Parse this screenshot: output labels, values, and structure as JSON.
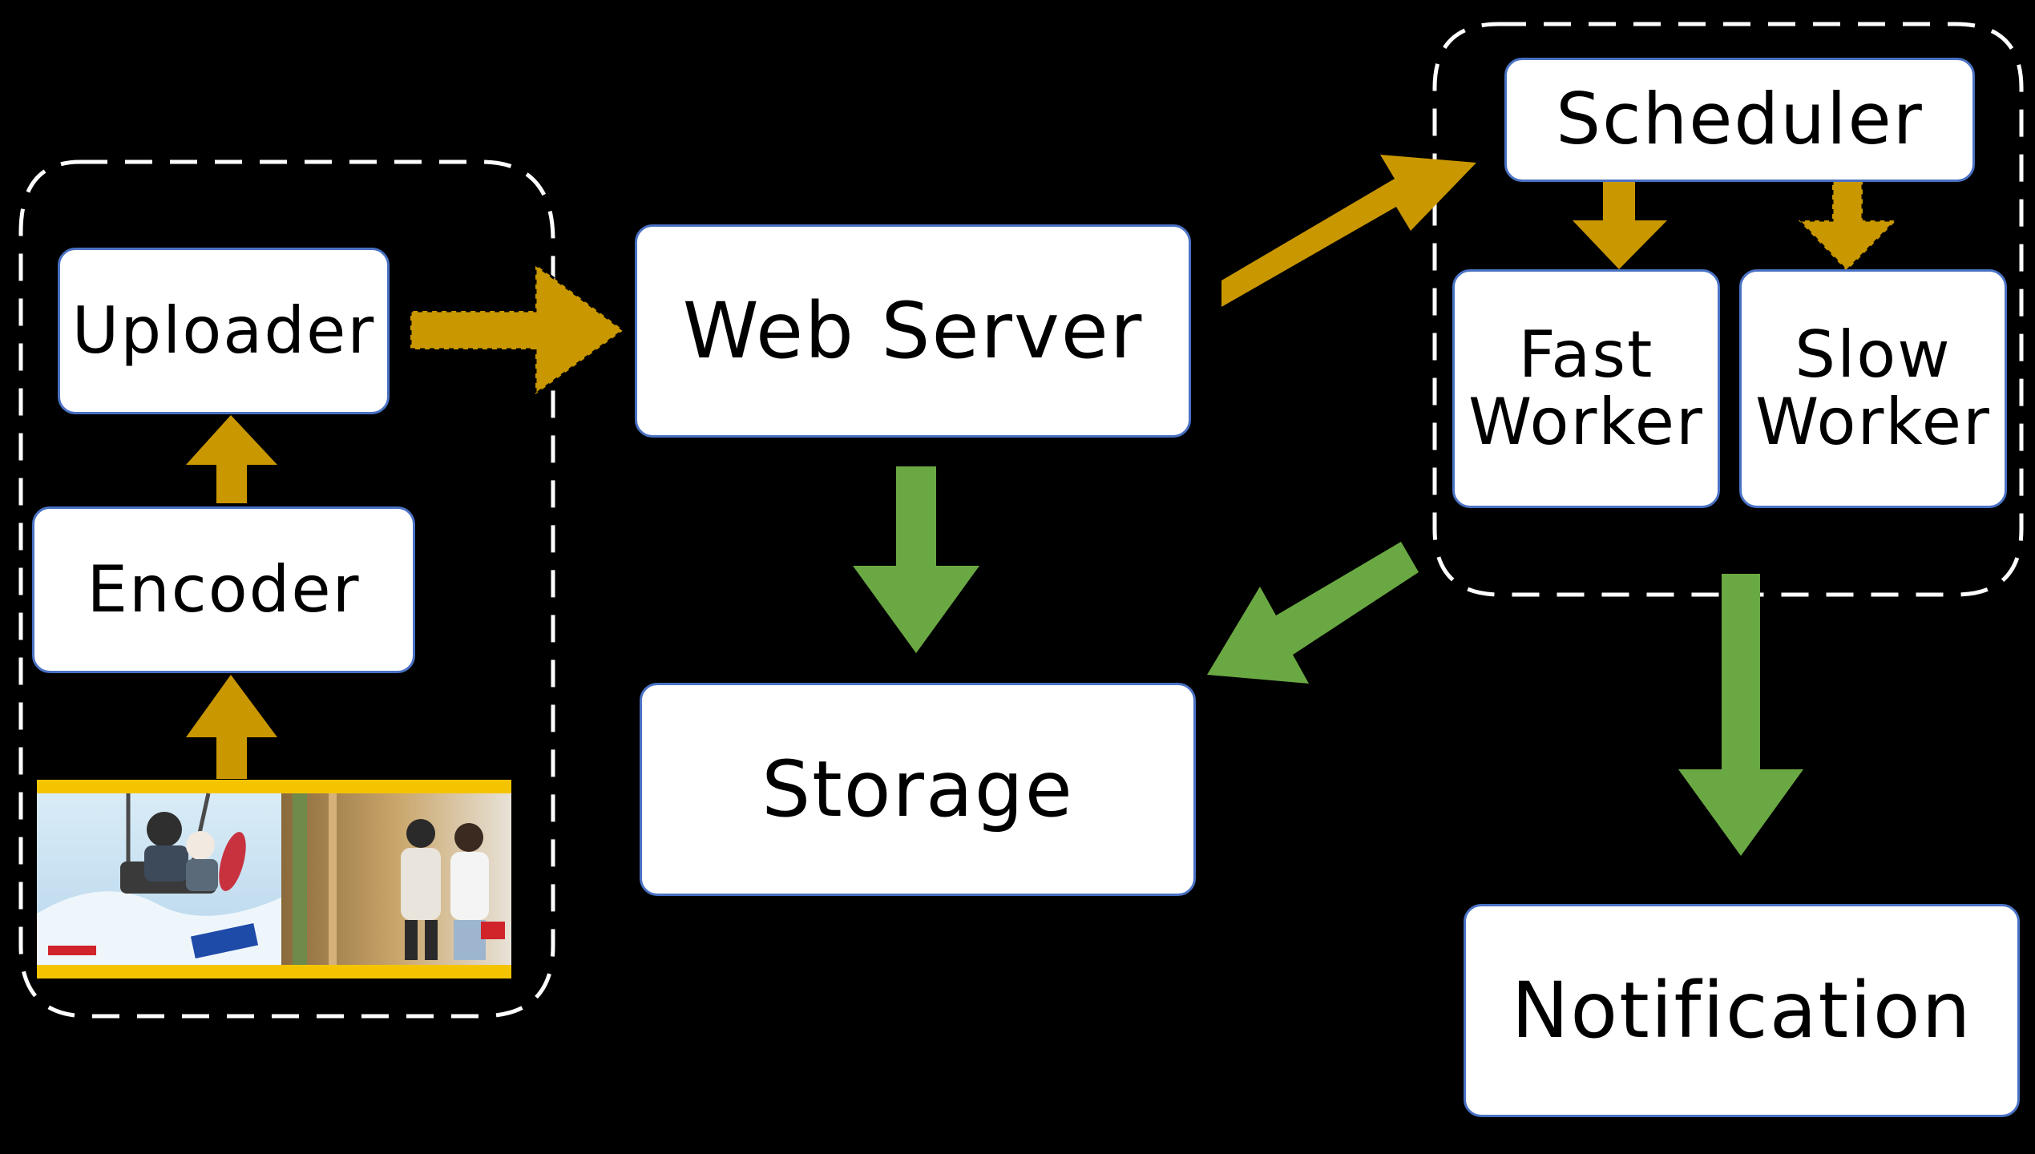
{
  "colors": {
    "background": "#000000",
    "node_fill": "#ffffff",
    "node_border": "#4a72c4",
    "client_flow": "#c99700",
    "storage_flow": "#6aa843",
    "group_border": "#ffffff",
    "thumbnail_band": "#f5c400"
  },
  "nodes": {
    "uploader": "Uploader",
    "encoder": "Encoder",
    "web_server": "Web Server",
    "storage": "Storage",
    "scheduler": "Scheduler",
    "fast_worker": "Fast Worker",
    "slow_worker": "Slow Worker",
    "notification": "Notification"
  },
  "groups": {
    "client": {
      "name": "client-group"
    },
    "processing": {
      "name": "processing-group"
    }
  },
  "edges": [
    {
      "from": "encoder",
      "to": "uploader",
      "style": "solid",
      "color": "client_flow"
    },
    {
      "from": "video-thumbnails",
      "to": "encoder",
      "style": "solid",
      "color": "client_flow"
    },
    {
      "from": "uploader",
      "to": "web_server",
      "style": "dotted",
      "color": "client_flow"
    },
    {
      "from": "web_server",
      "to": "scheduler",
      "style": "solid",
      "color": "client_flow"
    },
    {
      "from": "scheduler",
      "to": "fast_worker",
      "style": "solid",
      "color": "client_flow"
    },
    {
      "from": "scheduler",
      "to": "slow_worker",
      "style": "dotted",
      "color": "client_flow"
    },
    {
      "from": "web_server",
      "to": "storage",
      "style": "solid",
      "color": "storage_flow"
    },
    {
      "from": "processing-group",
      "to": "storage",
      "style": "solid",
      "color": "storage_flow"
    },
    {
      "from": "processing-group",
      "to": "notification",
      "style": "solid",
      "color": "storage_flow"
    }
  ]
}
